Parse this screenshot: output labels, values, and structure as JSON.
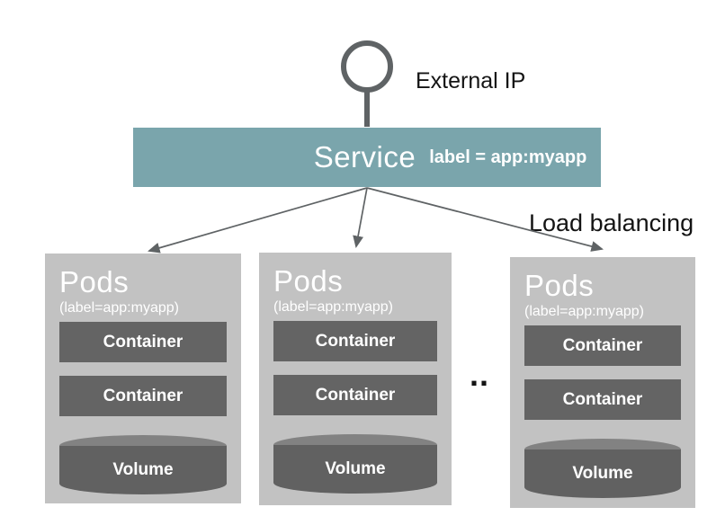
{
  "diagram": {
    "external_ip_label": "External IP",
    "load_balancing_label": "Load balancing",
    "more_pods_ellipsis": "..",
    "service": {
      "name": "Service",
      "selector": "label = app:myapp"
    },
    "pods": [
      {
        "title": "Pods",
        "selector": "(label=app:myapp)",
        "containers": [
          "Container",
          "Container"
        ],
        "volume_label": "Volume"
      },
      {
        "title": "Pods",
        "selector": "(label=app:myapp)",
        "containers": [
          "Container",
          "Container"
        ],
        "volume_label": "Volume"
      },
      {
        "title": "Pods",
        "selector": "(label=app:myapp)",
        "containers": [
          "Container",
          "Container"
        ],
        "volume_label": "Volume"
      }
    ],
    "colors": {
      "service_fill": "#7aa5ac",
      "pod_fill": "#c2c2c2",
      "container_fill": "#646464",
      "cylinder_body_fill": "#616161",
      "cylinder_top_fill": "#828282",
      "connector_stroke": "#5f6365",
      "text_dark": "#141414",
      "text_light": "#ffffff"
    }
  }
}
